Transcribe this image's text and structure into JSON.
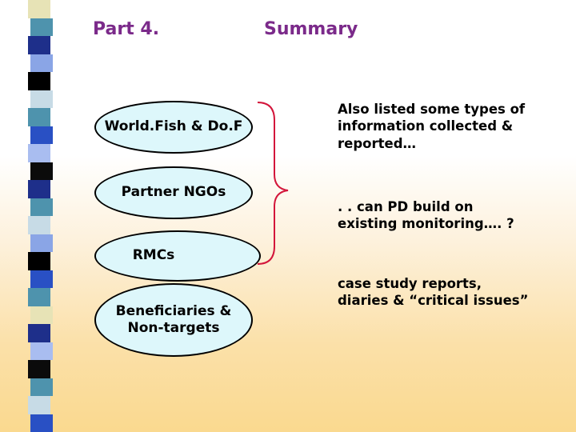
{
  "slide": {
    "part_label": "Part 4.",
    "title": "Summary"
  },
  "stakeholders": [
    {
      "label": "World.Fish & Do.F"
    },
    {
      "label": "Partner NGOs"
    },
    {
      "label": "RMCs"
    },
    {
      "label_line1": "Beneficiaries &",
      "label_line2": "Non-targets"
    }
  ],
  "notes": {
    "types_line1": "Also listed some types of",
    "types_line2": "information collected &",
    "types_line3": "reported…",
    "pd_line1": ". . can PD build on",
    "pd_line2": "existing monitoring…. ?",
    "reports_line1": "case study reports,",
    "reports_line2": "diaries & “critical issues”"
  },
  "colors": {
    "title": "#7b2a8a",
    "ellipse_fill": "#ddf7fb",
    "brace": "#d3163b",
    "stripe": [
      "#4e93ad",
      "#1e2f8a",
      "#8aa5e6",
      "#000000",
      "#c7dbe6",
      "#2950c4",
      "#0b0b0b",
      "#e7e3b6"
    ]
  }
}
